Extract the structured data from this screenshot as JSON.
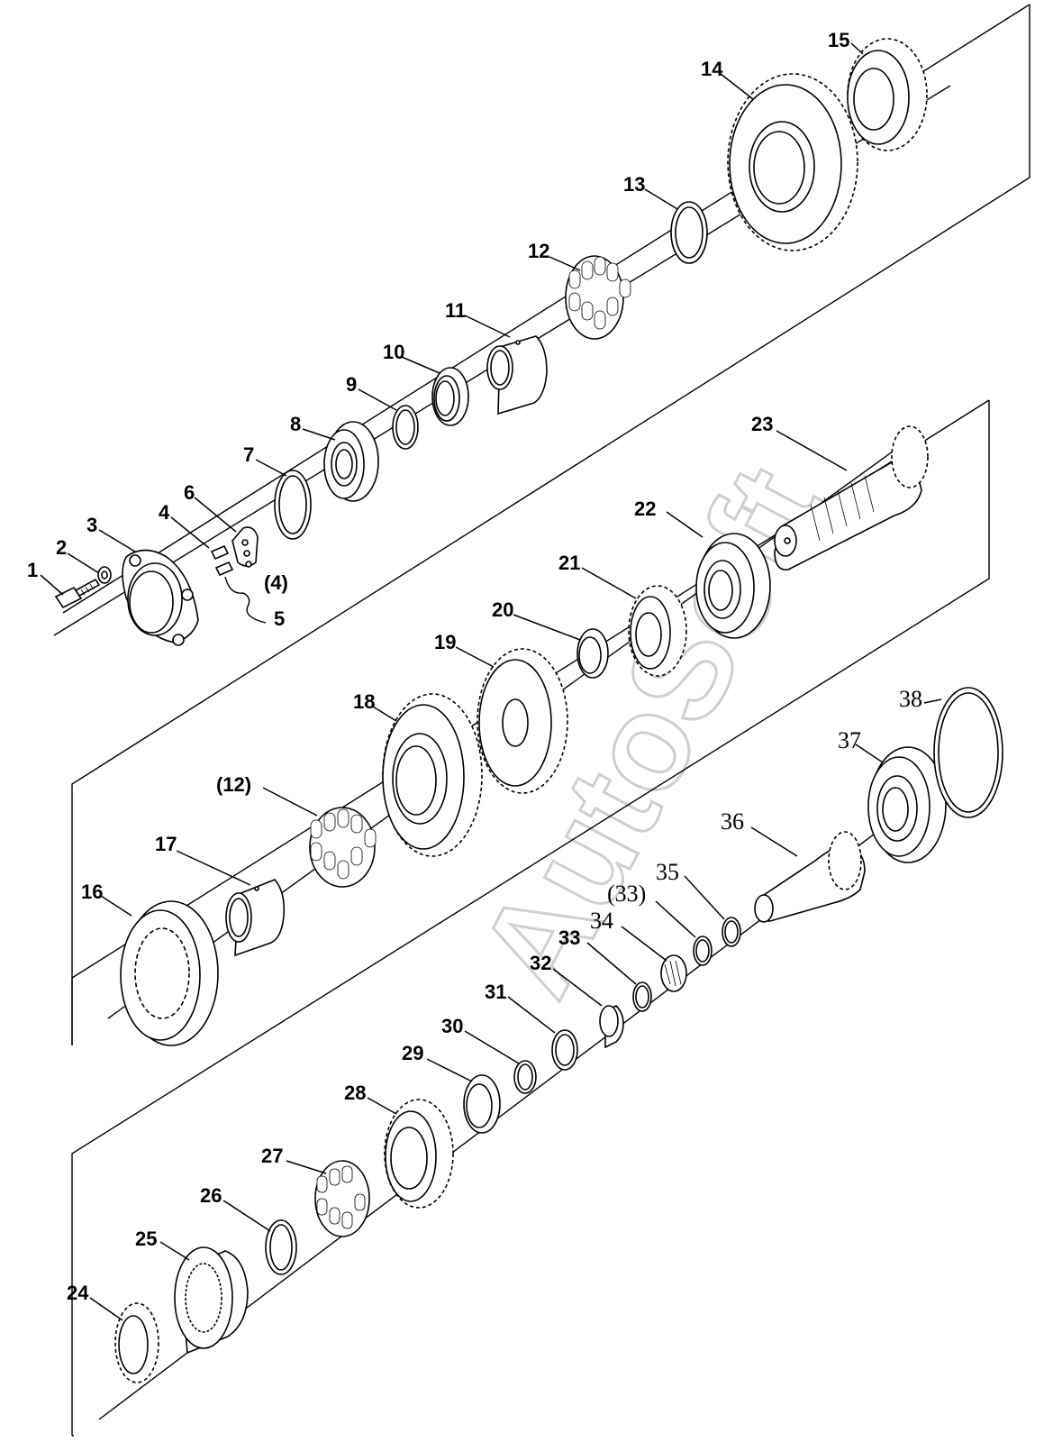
{
  "watermark": "AutoSoft",
  "callouts": [
    {
      "id": "c1",
      "text": "1",
      "style": "sans"
    },
    {
      "id": "c2",
      "text": "2",
      "style": "sans"
    },
    {
      "id": "c3",
      "text": "3",
      "style": "sans"
    },
    {
      "id": "c4",
      "text": "4",
      "style": "sans"
    },
    {
      "id": "c4b",
      "text": "(4)",
      "style": "sans"
    },
    {
      "id": "c5",
      "text": "5",
      "style": "sans"
    },
    {
      "id": "c6",
      "text": "6",
      "style": "sans"
    },
    {
      "id": "c7",
      "text": "7",
      "style": "sans"
    },
    {
      "id": "c8",
      "text": "8",
      "style": "sans"
    },
    {
      "id": "c9",
      "text": "9",
      "style": "sans"
    },
    {
      "id": "c10",
      "text": "10",
      "style": "sans"
    },
    {
      "id": "c11",
      "text": "11",
      "style": "sans"
    },
    {
      "id": "c12",
      "text": "12",
      "style": "sans"
    },
    {
      "id": "c13",
      "text": "13",
      "style": "sans"
    },
    {
      "id": "c14",
      "text": "14",
      "style": "sans"
    },
    {
      "id": "c15",
      "text": "15",
      "style": "sans"
    },
    {
      "id": "c16",
      "text": "16",
      "style": "sans"
    },
    {
      "id": "c17",
      "text": "17",
      "style": "sans"
    },
    {
      "id": "c12b",
      "text": "(12)",
      "style": "sans"
    },
    {
      "id": "c18",
      "text": "18",
      "style": "sans"
    },
    {
      "id": "c19",
      "text": "19",
      "style": "sans"
    },
    {
      "id": "c20",
      "text": "20",
      "style": "sans"
    },
    {
      "id": "c21",
      "text": "21",
      "style": "sans"
    },
    {
      "id": "c22",
      "text": "22",
      "style": "sans"
    },
    {
      "id": "c23",
      "text": "23",
      "style": "sans"
    },
    {
      "id": "c24",
      "text": "24",
      "style": "sans"
    },
    {
      "id": "c25",
      "text": "25",
      "style": "sans"
    },
    {
      "id": "c26",
      "text": "26",
      "style": "sans"
    },
    {
      "id": "c27",
      "text": "27",
      "style": "sans"
    },
    {
      "id": "c28",
      "text": "28",
      "style": "sans"
    },
    {
      "id": "c29",
      "text": "29",
      "style": "sans"
    },
    {
      "id": "c30",
      "text": "30",
      "style": "sans"
    },
    {
      "id": "c31",
      "text": "31",
      "style": "sans"
    },
    {
      "id": "c32",
      "text": "32",
      "style": "sans"
    },
    {
      "id": "c33",
      "text": "33",
      "style": "sans"
    },
    {
      "id": "c33b",
      "text": "(33)",
      "style": "serif"
    },
    {
      "id": "c34",
      "text": "34",
      "style": "serif"
    },
    {
      "id": "c35",
      "text": "35",
      "style": "serif"
    },
    {
      "id": "c36",
      "text": "36",
      "style": "serif"
    },
    {
      "id": "c37",
      "text": "37",
      "style": "serif"
    },
    {
      "id": "c38",
      "text": "38",
      "style": "serif"
    }
  ]
}
